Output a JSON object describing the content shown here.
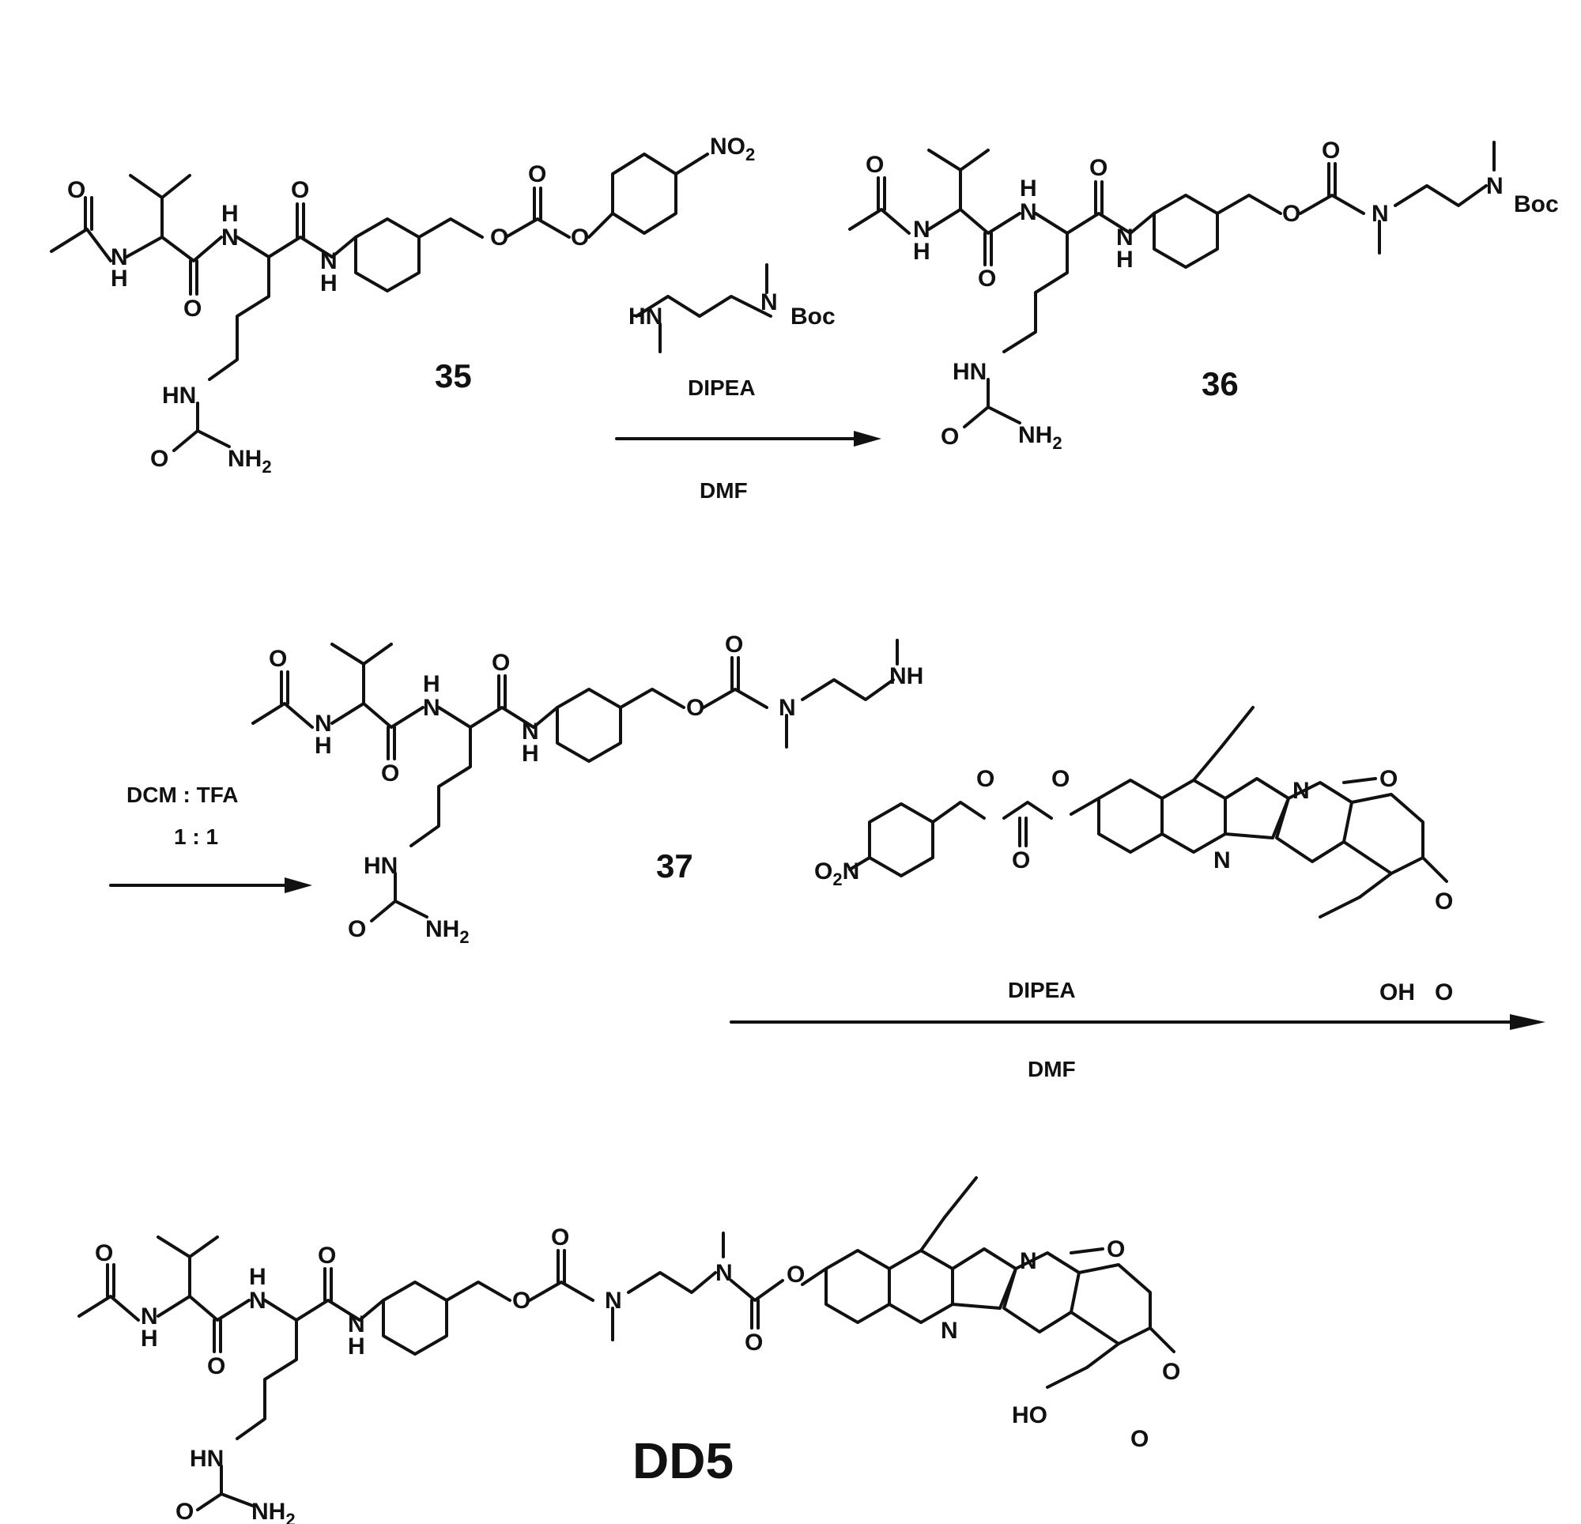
{
  "compounds": {
    "c35": "35",
    "c36": "36",
    "c37": "37",
    "dd5": "DD5"
  },
  "atoms": {
    "O": "O",
    "H": "H",
    "HN": "HN",
    "N": "N",
    "NH": "NH",
    "NH2": "NH",
    "sub2": "2",
    "NO2": "NO",
    "O2N": "O",
    "O2N_tail": "N",
    "Boc": "Boc",
    "OH": "OH",
    "HO": "HO"
  },
  "step1": {
    "reagent": "DIPEA",
    "solvent": "DMF"
  },
  "step2": {
    "reagent_line1": "DCM : TFA",
    "reagent_line2": "1 : 1"
  },
  "step3": {
    "reagent": "DIPEA",
    "solvent": "DMF"
  }
}
